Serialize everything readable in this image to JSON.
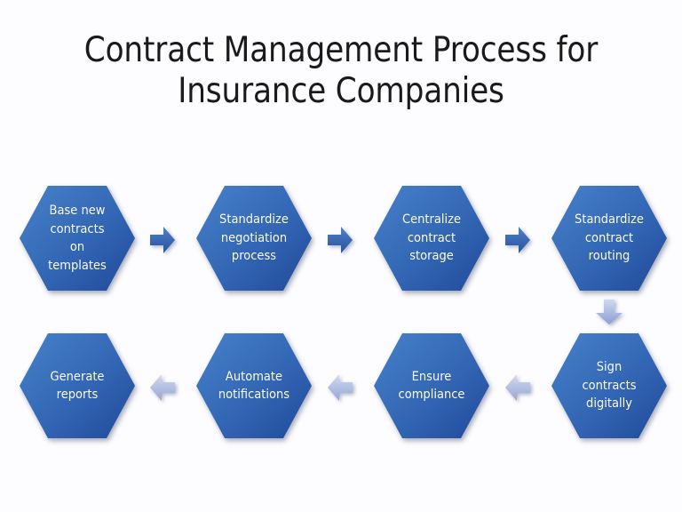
{
  "slide": {
    "background_color": "#fdfdff",
    "title": "Contract Management Process for\nInsurance Companies"
  },
  "theme": {
    "hex_gradient_start": "#3f7cc4",
    "hex_gradient_end": "#23509e",
    "hex_text_color": "#ffffff",
    "arrow_forward_start": "#4a7bc0",
    "arrow_forward_end": "#2a56a5",
    "arrow_return_start": "#ccd5ef",
    "arrow_return_end": "#98a8d8",
    "title_color": "#1a1a1a"
  },
  "diagram": {
    "type": "process-flow",
    "shape": "hexagon",
    "row_count": 2,
    "step_count": 8,
    "rows": [
      {
        "id": "row-top",
        "direction": "left-to-right",
        "connector_style": "solid-blue-right-arrow",
        "steps": [
          {
            "index": 1,
            "label": "Base new\ncontracts on\ntemplates",
            "name": "base-new-contracts-on-templates"
          },
          {
            "index": 2,
            "label": "Standardize\nnegotiation\nprocess",
            "name": "standardize-negotiation-process"
          },
          {
            "index": 3,
            "label": "Centralize\ncontract\nstorage",
            "name": "centralize-contract-storage"
          },
          {
            "index": 4,
            "label": "Standardize\ncontract\nrouting",
            "name": "standardize-contract-routing"
          }
        ]
      },
      {
        "id": "row-bottom",
        "direction": "right-to-left",
        "connector_style": "light-blue-left-arrow",
        "steps": [
          {
            "index": 5,
            "label": "Sign\ncontracts\ndigitally",
            "name": "sign-contracts-digitally"
          },
          {
            "index": 6,
            "label": "Ensure\ncompliance",
            "name": "ensure-compliance"
          },
          {
            "index": 7,
            "label": "Automate\nnotifications",
            "name": "automate-notifications"
          },
          {
            "index": 8,
            "label": "Generate\nreports",
            "name": "generate-reports"
          }
        ]
      }
    ],
    "connectors": {
      "top_row": [
        "arrow-right-1",
        "arrow-right-2",
        "arrow-right-3"
      ],
      "row_link": "arrow-down",
      "bottom_row": [
        "arrow-left-1",
        "arrow-left-2",
        "arrow-left-3"
      ]
    }
  }
}
